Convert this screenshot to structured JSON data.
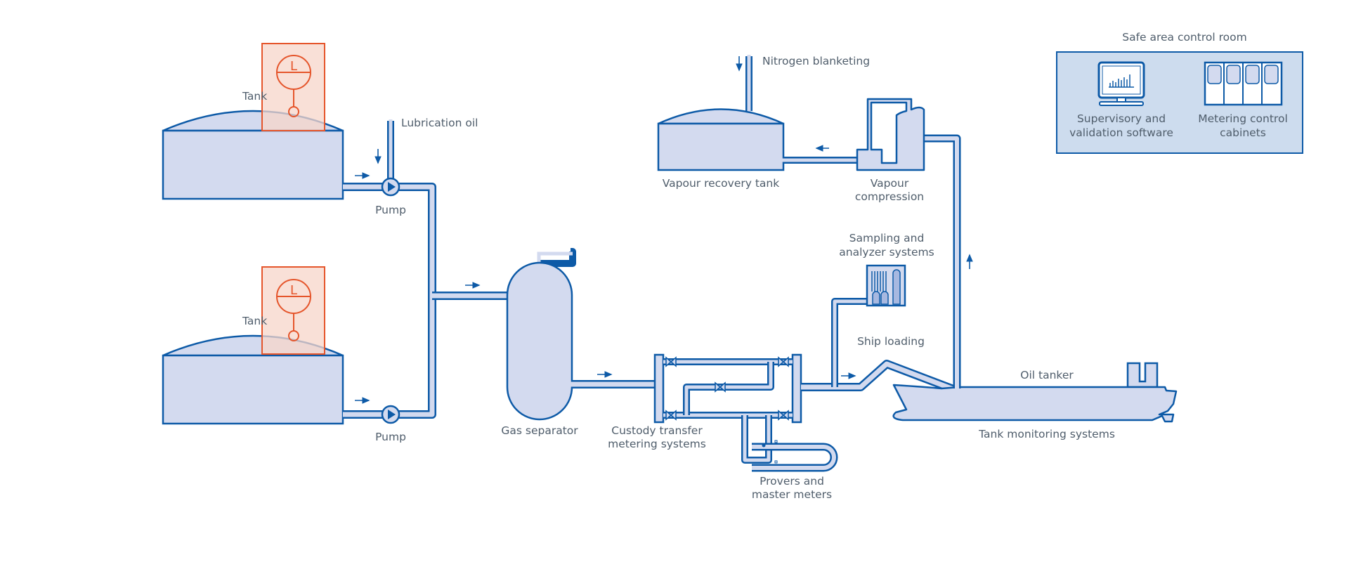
{
  "diagram": {
    "title": "Oil terminal custody transfer overview",
    "colors": {
      "line": "#0d5aa7",
      "fill": "#d3daef",
      "accent_orange": "#e5552b",
      "accent_orange_fill": "#f7d6ca",
      "control_room_fill": "#cddcee",
      "label_text": "#4f5d6b"
    },
    "labels": {
      "tank_top": "Tank",
      "tank_bottom": "Tank",
      "pump_top": "Pump",
      "pump_bottom": "Pump",
      "lubrication_oil": "Lubrication oil",
      "gas_separator": "Gas separator",
      "custody_line1": "Custody transfer",
      "custody_line2": "metering systems",
      "provers_line1": "Provers and",
      "provers_line2": "master meters",
      "nitrogen": "Nitrogen blanketing",
      "vapour_recovery": "Vapour recovery tank",
      "vapour_comp_line1": "Vapour",
      "vapour_comp_line2": "compression",
      "sampling_line1": "Sampling and",
      "sampling_line2": "analyzer systems",
      "ship_loading": "Ship loading",
      "oil_tanker": "Oil tanker",
      "tank_monitoring": "Tank monitoring systems",
      "control_room": "Safe area control room",
      "supervisory_line1": "Supervisory and",
      "supervisory_line2": "validation software",
      "cabinets_line1": "Metering control",
      "cabinets_line2": "cabinets",
      "level_gauge_letter": "L"
    },
    "icons": {
      "level-gauge": "L in circle with float",
      "pump": "circle with right triangle",
      "valve": "bowtie",
      "flow-arrow": "arrow",
      "monitor": "computer monitor with bar chart",
      "cabinet": "four-door control cabinet"
    }
  }
}
